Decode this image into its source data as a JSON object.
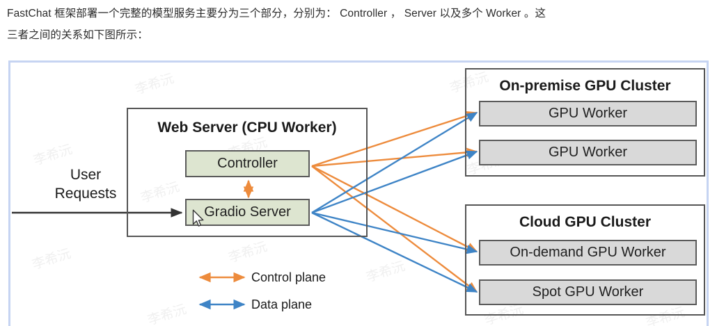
{
  "article": {
    "line1": "FastChat 框架部署一个完整的模型服务主要分为三个部分，分别为： Controller ， Server 以及多个 Worker 。这",
    "line2": "三者之间的关系如下图所示："
  },
  "colors": {
    "control_plane": "#ED8B3C",
    "data_plane": "#3E84C6",
    "box_border": "#555555",
    "green_fill": "#DDE5D0",
    "gray_fill": "#D9D9D9",
    "frame_border": "#C6D4F2",
    "flow_line": "#333333"
  },
  "diagram": {
    "user_requests_label": "User\nRequests",
    "user_requests_line1": "User",
    "user_requests_line2": "Requests",
    "web_server": {
      "title": "Web Server (CPU Worker)",
      "components": [
        {
          "label": "Controller",
          "name": "controller-box"
        },
        {
          "label": "Gradio Server",
          "name": "gradio-server-box"
        }
      ]
    },
    "clusters": [
      {
        "title": "On-premise GPU Cluster",
        "workers": [
          {
            "label": "GPU Worker"
          },
          {
            "label": "GPU Worker"
          }
        ]
      },
      {
        "title": "Cloud GPU Cluster",
        "workers": [
          {
            "label": "On-demand GPU Worker"
          },
          {
            "label": "Spot GPU Worker"
          }
        ]
      }
    ],
    "legend": [
      {
        "label": "Control plane",
        "color": "#ED8B3C",
        "icon": "double-arrow-icon"
      },
      {
        "label": "Data plane",
        "color": "#3E84C6",
        "icon": "double-arrow-icon"
      }
    ],
    "watermark_text": "李希沅"
  }
}
